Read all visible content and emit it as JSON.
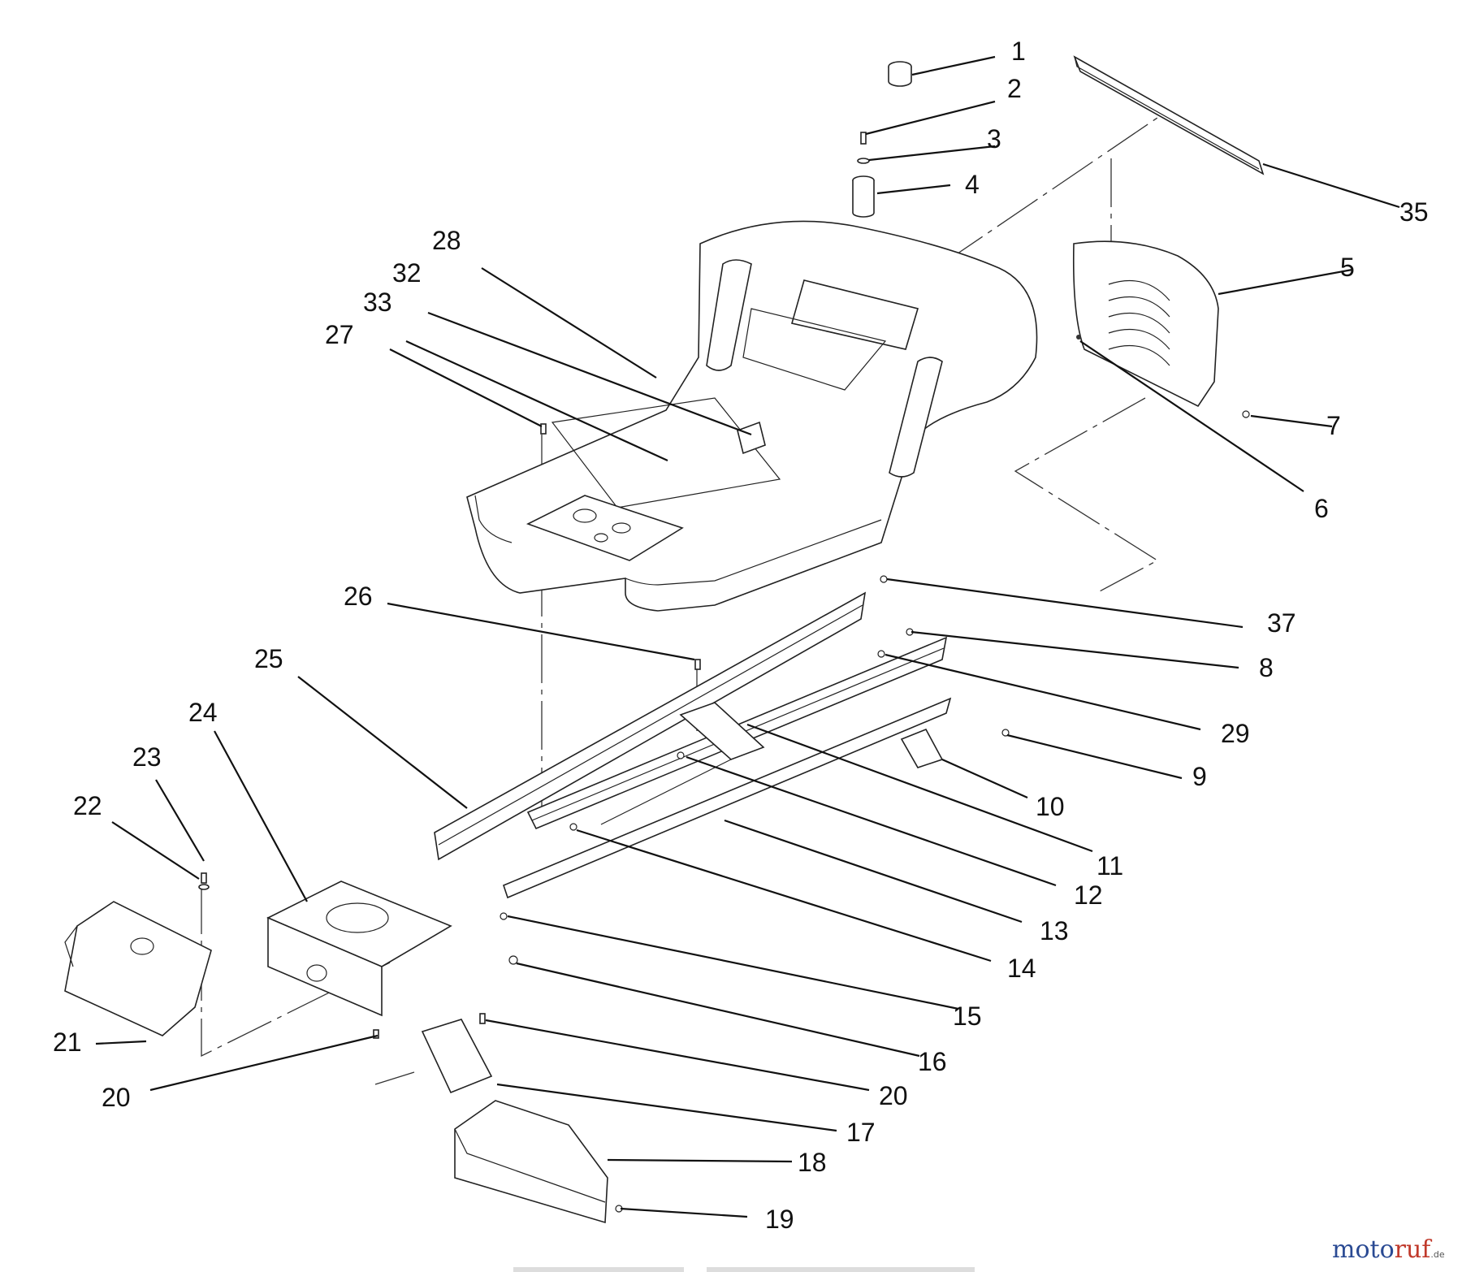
{
  "callouts": [
    "1",
    "2",
    "3",
    "4",
    "5",
    "6",
    "7",
    "8",
    "9",
    "10",
    "11",
    "12",
    "13",
    "14",
    "15",
    "16",
    "17",
    "18",
    "19",
    "20",
    "20",
    "21",
    "22",
    "23",
    "24",
    "25",
    "26",
    "27",
    "28",
    "29",
    "32",
    "33",
    "35",
    "37"
  ],
  "watermark": {
    "brand_a": "moto",
    "brand_b": "ruf",
    "suffix": ".de"
  }
}
